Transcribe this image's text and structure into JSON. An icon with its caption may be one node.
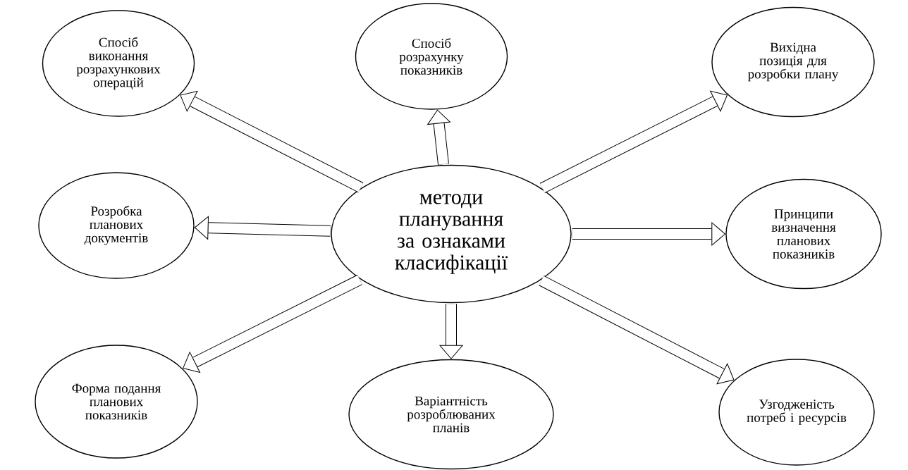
{
  "diagram": {
    "nodes": [
      {
        "text": [
          "методи планування за ознаками класифікації"
        ]
      },
      {
        "text": [
          "Спосіб виконання розрахункових операцій"
        ]
      },
      {
        "text": [
          "Спосіб розрахунку показників"
        ]
      },
      {
        "text": [
          "Вихідна позиція для розробки плану"
        ]
      },
      {
        "text": [
          "Розробка планових документів"
        ]
      },
      {
        "text": [
          "Принципи визначення планових показників"
        ]
      },
      {
        "text": [
          "Форма подання планових показників"
        ]
      },
      {
        "text": [
          "Варіантність розроблюваних планів"
        ]
      },
      {
        "text": [
          "Узгодженість потреб і ресурсів"
        ]
      }
    ],
    "edges": [
      {
        "from": 0,
        "to": 1,
        "arrow": "to"
      },
      {
        "from": 0,
        "to": 2,
        "arrow": "to"
      },
      {
        "from": 0,
        "to": 3,
        "arrow": "to"
      },
      {
        "from": 0,
        "to": 4,
        "arrow": "to"
      },
      {
        "from": 0,
        "to": 5,
        "arrow": "to"
      },
      {
        "from": 0,
        "to": 6,
        "arrow": "to"
      },
      {
        "from": 0,
        "to": 7,
        "arrow": "to"
      },
      {
        "from": 0,
        "to": 8,
        "arrow": "to"
      }
    ]
  }
}
